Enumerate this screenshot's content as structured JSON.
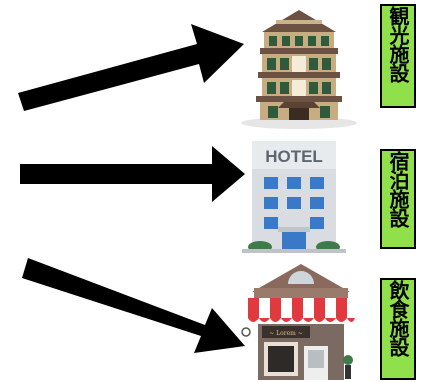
{
  "hotel_sign": "HOTEL",
  "cafe_sign": "~ Lorem ~",
  "categories": [
    {
      "label": "観光施設",
      "icon": "historic-inn-icon"
    },
    {
      "label": "宿泊施設",
      "icon": "hotel-building-icon"
    },
    {
      "label": "飲食施設",
      "icon": "cafe-shop-icon"
    }
  ],
  "colors": {
    "label_background": "#8fe04a",
    "arrow": "#000000",
    "hotel_wall": "#d9dde2",
    "hotel_window": "#3a79c8",
    "awning_red": "#e0393e"
  }
}
